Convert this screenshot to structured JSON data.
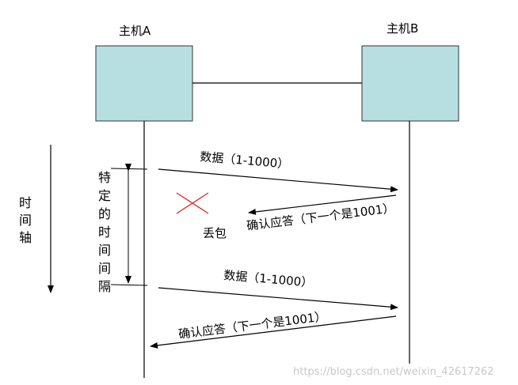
{
  "hosts": {
    "a": {
      "label": "主机A"
    },
    "b": {
      "label": "主机B"
    }
  },
  "messages": [
    {
      "label": "数据（1-1000）",
      "direction": "A→B",
      "lost": false
    },
    {
      "label": "确认应答（下一个是1001）",
      "direction": "B→A",
      "lost": true
    },
    {
      "label": "数据（1-1000）",
      "direction": "A→B",
      "lost": false
    },
    {
      "label": "确认应答（下一个是1001）",
      "direction": "B→A",
      "lost": false
    }
  ],
  "loss_label": "丢包",
  "time_axis_label": [
    "时",
    "间",
    "轴"
  ],
  "interval_label": [
    "特",
    "定",
    "的",
    "时",
    "间",
    "间",
    "隔"
  ],
  "watermark": "https://blog.csdn.net/weixin_42617262",
  "colors": {
    "host_fill": "#b7dfe2",
    "loss_mark": "#e02424",
    "line": "#000000"
  }
}
